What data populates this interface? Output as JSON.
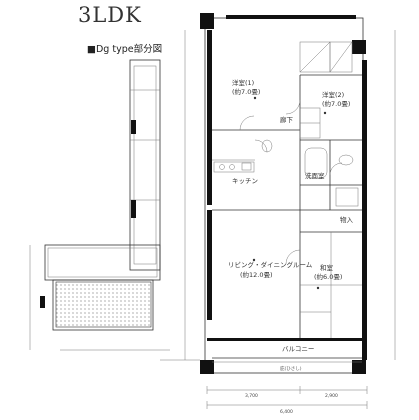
{
  "header": {
    "layout_type": "3LDK",
    "subtitle": "■Dg type部分図"
  },
  "rooms": {
    "western_1": {
      "name": "洋室(1)",
      "area": "(約7.0畳)"
    },
    "western_2": {
      "name": "洋室(2)",
      "area": "(約7.0畳)"
    },
    "hallway": {
      "name": "廊下"
    },
    "kitchen": {
      "name": "キッチン"
    },
    "washroom": {
      "name": "洗面室"
    },
    "closet": {
      "name": "物入"
    },
    "ldk": {
      "name": "リビング・ダイニングルーム",
      "area": "(約12.0畳)"
    },
    "japanese": {
      "name": "和室",
      "area": "(約6.0畳)"
    },
    "balcony": {
      "name": "バルコニー"
    },
    "eaves": {
      "name": "庇(ひさし)"
    }
  },
  "dimensions": {
    "bottom_total": "6,400",
    "bottom_left": "3,700",
    "bottom_right": "2,900"
  }
}
